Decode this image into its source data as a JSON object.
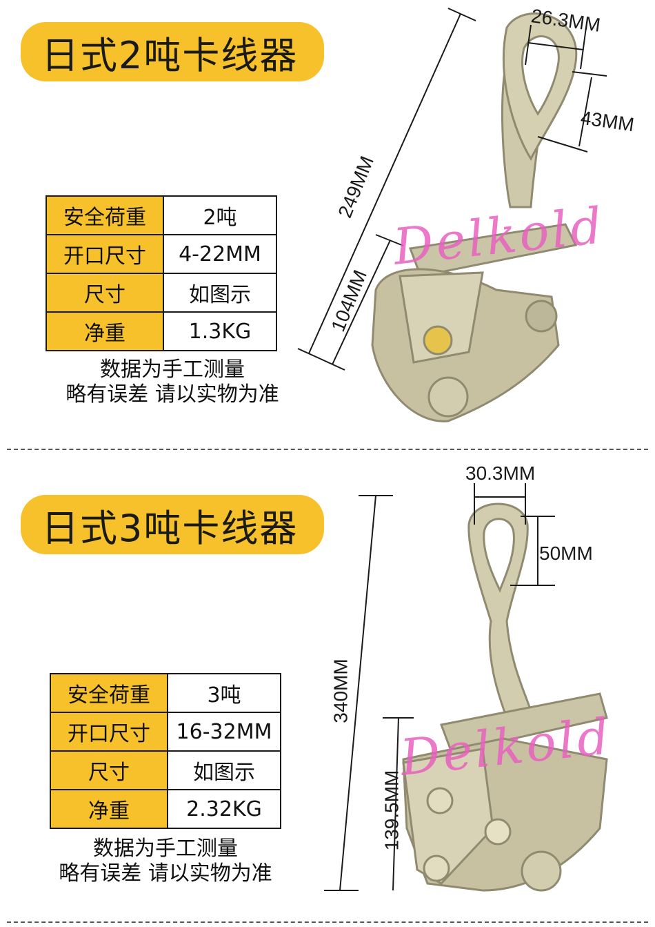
{
  "products": [
    {
      "title": "日式2吨卡线器",
      "specs": [
        {
          "key": "安全荷重",
          "value": "2吨"
        },
        {
          "key": "开口尺寸",
          "value": "4-22MM"
        },
        {
          "key": "尺寸",
          "value": "如图示"
        },
        {
          "key": "净重",
          "value": "1.3KG"
        }
      ],
      "note": [
        "数据为手工测量",
        "略有误差  请以实物为准"
      ],
      "dims": {
        "total_length": "249MM",
        "jaw_length": "104MM",
        "eye_width": "26.3MM",
        "eye_height": "43MM"
      }
    },
    {
      "title": "日式3吨卡线器",
      "specs": [
        {
          "key": "安全荷重",
          "value": "3吨"
        },
        {
          "key": "开口尺寸",
          "value": "16-32MM"
        },
        {
          "key": "尺寸",
          "value": "如图示"
        },
        {
          "key": "净重",
          "value": "2.32KG"
        }
      ],
      "note": [
        "数据为手工测量",
        "略有误差  请以实物为准"
      ],
      "dims": {
        "total_length": "340MM",
        "jaw_length": "139.5MM",
        "eye_width": "30.3MM",
        "eye_height": "50MM"
      }
    }
  ],
  "watermark": "Delkold",
  "colors": {
    "accent": "#f6c12b",
    "metal": "#c9c3a6",
    "watermark": "#e860be"
  }
}
